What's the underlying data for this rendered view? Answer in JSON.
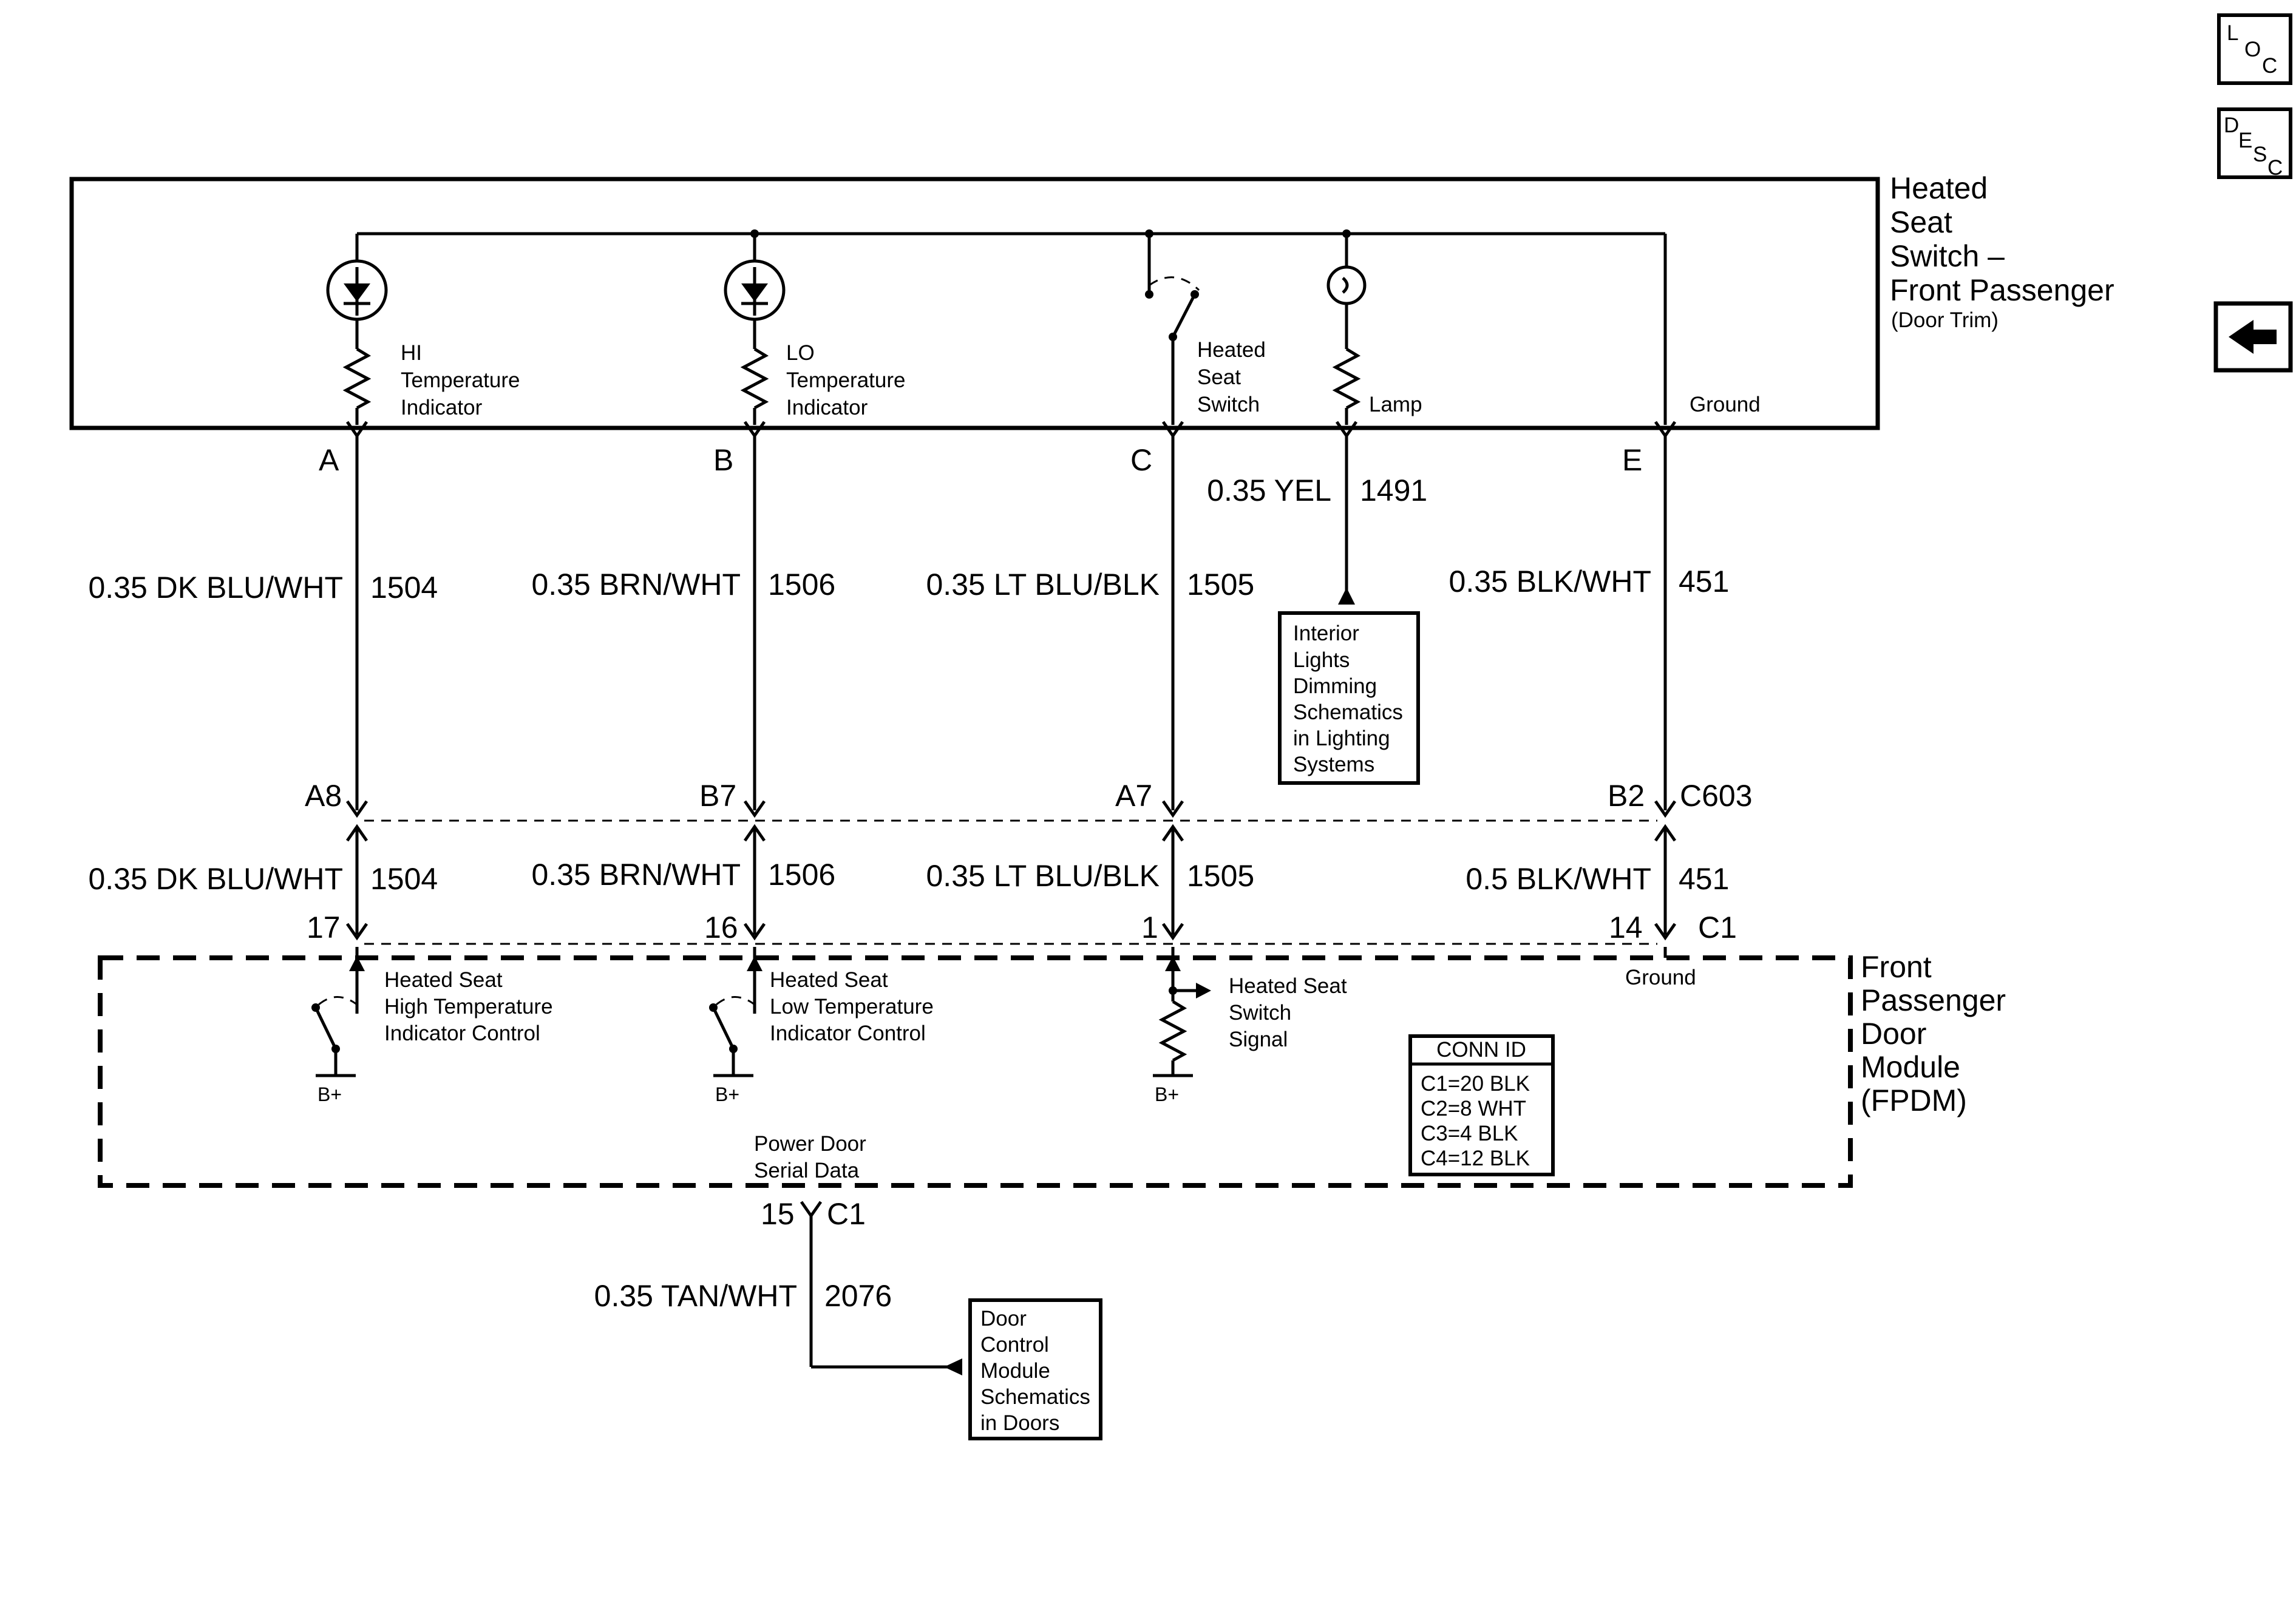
{
  "nav": {
    "loc": {
      "l": "L",
      "o": "O",
      "c": "C"
    },
    "desc": {
      "d": "D",
      "e": "E",
      "s": "S",
      "c": "C"
    },
    "back_icon": "left-arrow-icon"
  },
  "switch_component": {
    "title_lines": [
      "Heated",
      "Seat",
      "Switch –",
      "Front Passenger"
    ],
    "subtitle": "(Door Trim)",
    "elements": [
      {
        "lines": [
          "HI",
          "Temperature",
          "Indicator"
        ]
      },
      {
        "lines": [
          "LO",
          "Temperature",
          "Indicator"
        ]
      },
      {
        "lines": [
          "Heated",
          "Seat",
          "Switch"
        ]
      },
      {
        "lines": [
          "Lamp"
        ]
      },
      {
        "lines": [
          "Ground"
        ]
      }
    ]
  },
  "switch_pins": [
    "A",
    "B",
    "C",
    "E"
  ],
  "lamp_wire": {
    "gauge": "0.35 YEL",
    "circuit": "1491"
  },
  "upper_wires": [
    {
      "gauge": "0.35 DK BLU/WHT",
      "circuit": "1504"
    },
    {
      "gauge": "0.35 BRN/WHT",
      "circuit": "1506"
    },
    {
      "gauge": "0.35 LT BLU/BLK",
      "circuit": "1505"
    },
    {
      "gauge": "0.35 BLK/WHT",
      "circuit": "451"
    }
  ],
  "interior_ref": {
    "lines": [
      "Interior",
      "Lights",
      "Dimming",
      "Schematics",
      "in Lighting",
      "Systems"
    ]
  },
  "c603": {
    "pins": [
      "A8",
      "B7",
      "A7",
      "B2"
    ],
    "name": "C603"
  },
  "lower_wires": [
    {
      "gauge": "0.35 DK BLU/WHT",
      "circuit": "1504"
    },
    {
      "gauge": "0.35 BRN/WHT",
      "circuit": "1506"
    },
    {
      "gauge": "0.35 LT BLU/BLK",
      "circuit": "1505"
    },
    {
      "gauge": "0.5 BLK/WHT",
      "circuit": "451"
    }
  ],
  "fpdm_pins": {
    "pins": [
      "17",
      "16",
      "1",
      "14"
    ],
    "conn": "C1"
  },
  "fpdm": {
    "title_lines": [
      "Front",
      "Passenger",
      "Door",
      "Module",
      "(FPDM)"
    ],
    "ground": "Ground",
    "controls": [
      {
        "lines": [
          "Heated Seat",
          "High Temperature",
          "Indicator Control"
        ],
        "supply": "B+"
      },
      {
        "lines": [
          "Heated Seat",
          "Low Temperature",
          "Indicator Control"
        ],
        "supply": "B+"
      },
      {
        "lines": [
          "Heated Seat",
          "Switch",
          "Signal"
        ],
        "supply": "B+"
      }
    ],
    "serial_data": [
      "Power Door",
      "Serial Data"
    ]
  },
  "conn_id": {
    "title": "CONN ID",
    "rows": [
      "C1=20 BLK",
      "C2=8 WHT",
      "C3=4 BLK",
      "C4=12 BLK"
    ]
  },
  "serial_pin": {
    "pin": "15",
    "conn": "C1"
  },
  "serial_wire": {
    "gauge": "0.35 TAN/WHT",
    "circuit": "2076"
  },
  "door_ref": {
    "lines": [
      "Door",
      "Control",
      "Module",
      "Schematics",
      "in Doors"
    ]
  }
}
